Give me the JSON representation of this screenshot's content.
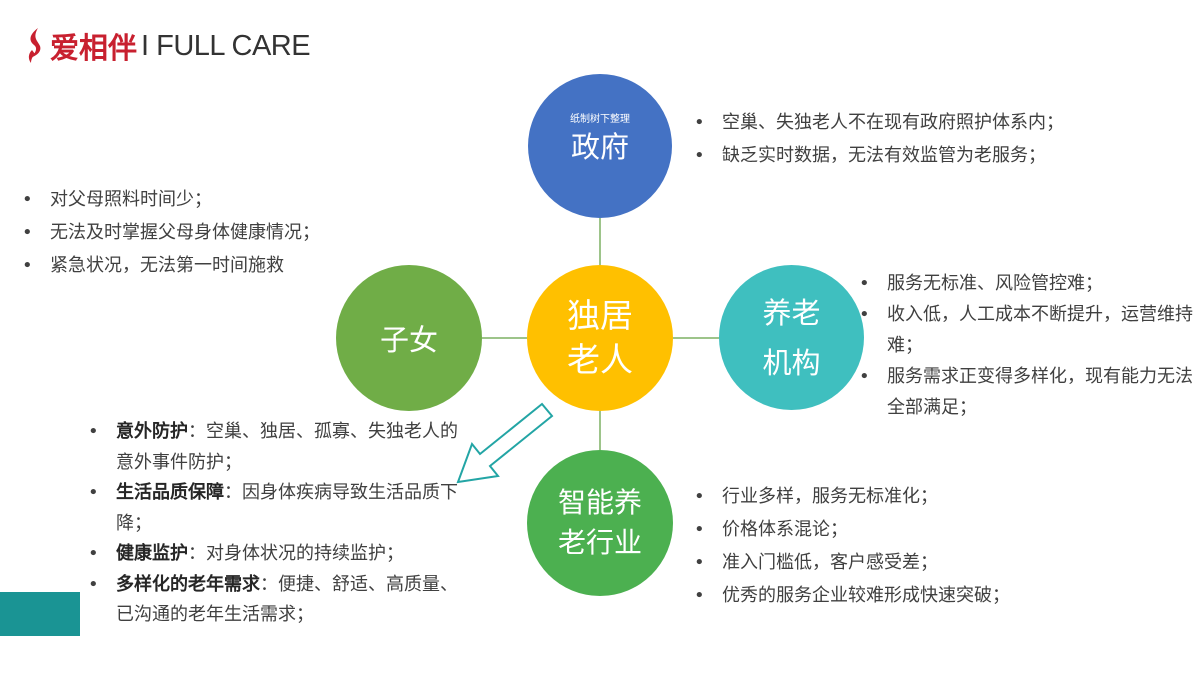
{
  "header": {
    "logo_cn": "爱相伴",
    "logo_en": "I FULL CARE",
    "brand_color": "#c8202f"
  },
  "diagram": {
    "center": {
      "line1": "独居",
      "line2": "老人",
      "color": "#ffc000"
    },
    "government": {
      "small_text": "纸制树下整理",
      "label": "政府",
      "color": "#4472c4"
    },
    "children": {
      "label": "子女",
      "color": "#70ad47"
    },
    "institutions": {
      "line1": "养老",
      "line2": "机构",
      "color": "#3fbfbf"
    },
    "industry": {
      "line1": "智能养",
      "line2": "老行业",
      "color": "#4cb050"
    }
  },
  "lists": {
    "government": [
      "空巢、失独老人不在现有政府照护体系内；",
      "缺乏实时数据，无法有效监管为老服务；"
    ],
    "children": [
      "对父母照料时间少；",
      "无法及时掌握父母身体健康情况；",
      "紧急状况，无法第一时间施救"
    ],
    "institutions": [
      "服务无标准、风险管控难；",
      "收入低，人工成本不断提升，运营维持难；",
      "服务需求正变得多样化，现有能力无法全部满足；"
    ],
    "industry": [
      "行业多样，服务无标准化；",
      "价格体系混论；",
      "准入门槛低，客户感受差；",
      "优秀的服务企业较难形成快速突破；"
    ],
    "needs": [
      {
        "title": "意外防护",
        "text": "：空巢、独居、孤寡、失独老人的意外事件防护；"
      },
      {
        "title": "生活品质保障",
        "text": "：因身体疾病导致生活品质下降；"
      },
      {
        "title": "健康监护",
        "text": "：对身体状况的持续监护；"
      },
      {
        "title": "多样化的老年需求",
        "text": "：便捷、舒适、高质量、已沟通的老年生活需求；"
      }
    ]
  },
  "colors": {
    "connector": "#9dc48a",
    "arrow": "#23a5a5",
    "teal_bar": "#1a9494"
  }
}
